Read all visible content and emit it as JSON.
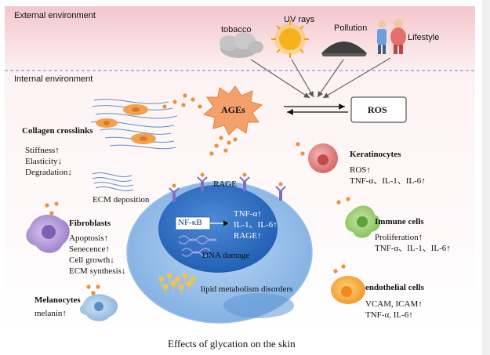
{
  "regions": {
    "external": "External environment",
    "internal": "Internal environment"
  },
  "factors": {
    "tobacco": "tobacco",
    "uv": "UV rays",
    "pollution": "Pollution",
    "lifestyle": "Lifestyle"
  },
  "center": {
    "ages": "AGEs",
    "ros": "ROS",
    "rage": "RAGE",
    "nfkb": "NF-κB",
    "cytokines": [
      "TNF-α↑",
      "IL-1、IL-6↑",
      "RAGE↑"
    ],
    "dna": "DNA damage",
    "lipid": "lipid metabolism disorders"
  },
  "collagen": {
    "title": "Collagen crosslinks",
    "effects": [
      "Stiffness↑",
      "Elasticity↓",
      "Degradation↓"
    ],
    "ecm": "ECM deposition"
  },
  "fibroblasts": {
    "title": "Fibroblasts",
    "effects": [
      "Apoptosis↑",
      "Senecence↑",
      "Cell growth↓",
      "ECM synthesis↓"
    ]
  },
  "melanocytes": {
    "title": "Melanocytes",
    "effects": [
      "melanin↑"
    ]
  },
  "keratinocytes": {
    "title": "Keratinocytes",
    "effects": [
      "ROS↑",
      "TNF-α、IL-1、IL-6↑"
    ]
  },
  "immune": {
    "title": "Immune cells",
    "effects": [
      "Proliferation↑",
      "TNF-α、IL-1、IL-6↑"
    ]
  },
  "endothelial": {
    "title": "endothelial cells",
    "effects": [
      "VCAM, ICAM↑",
      "TNF-α, IL-6↑"
    ]
  },
  "caption": "Effects of glycation on the skin",
  "colors": {
    "external_bg": "#f7d6da",
    "separator": "#6b7fc4",
    "cell_outer": "#8fb8e6",
    "nucleus": "#2f6fc0",
    "ages_fill": "#f4a06a",
    "dot": "#e8923a"
  }
}
